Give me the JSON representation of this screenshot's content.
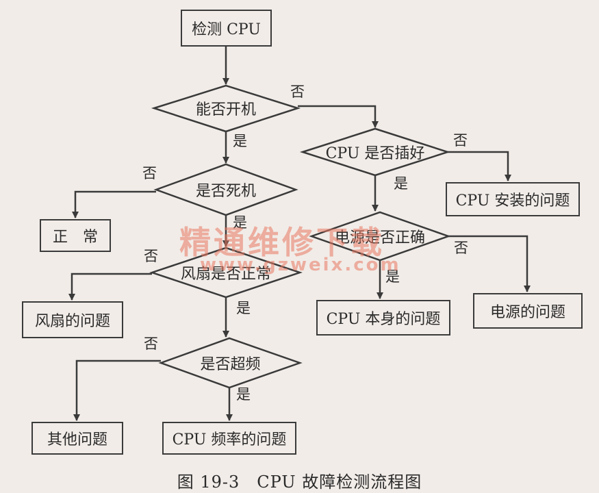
{
  "nodes": {
    "check_cpu": "检测 CPU",
    "can_boot": "能否开机",
    "cpu_seated": "CPU 是否插好",
    "cpu_install_issue": "CPU 安装的问题",
    "is_frozen": "是否死机",
    "normal": "正　常",
    "power_ok": "电源是否正确",
    "fan_ok": "风扇是否正常",
    "fan_issue": "风扇的问题",
    "cpu_self_issue": "CPU 本身的问题",
    "power_issue": "电源的问题",
    "overclocked": "是否超频",
    "other_issue": "其他问题",
    "cpu_freq_issue": "CPU 频率的问题"
  },
  "edge_labels": {
    "no": "否",
    "yes": "是"
  },
  "watermark": {
    "line1": "精通维修下载",
    "line2": "www.gzweix.com"
  },
  "caption": "图 19-3　CPU 故障检测流程图",
  "colors": {
    "background": "#f1ece8",
    "stroke": "#3a3a3a",
    "watermark": "#e87860"
  }
}
